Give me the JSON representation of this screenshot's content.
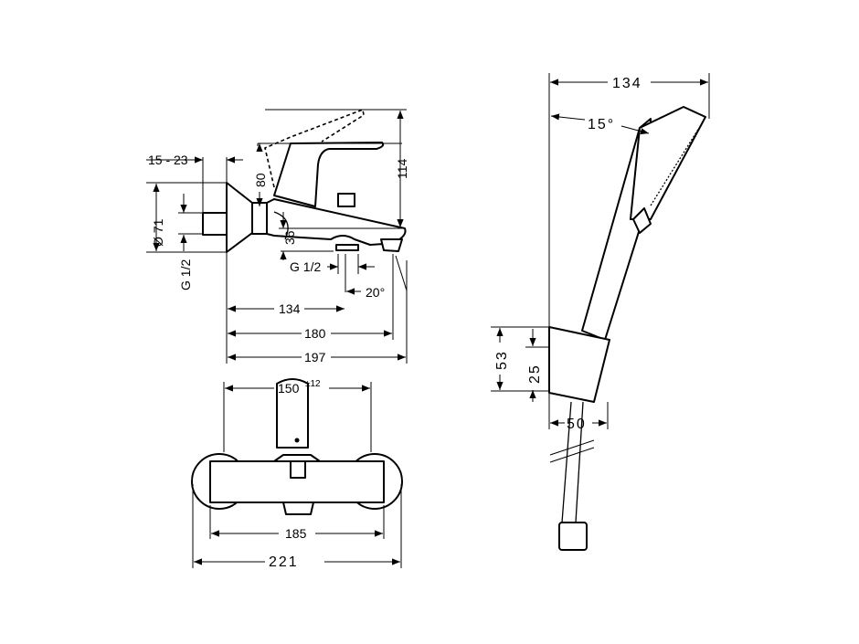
{
  "side_view": {
    "wall_thickness": "15 - 23",
    "lever_height": "80",
    "total_height": "114",
    "rosette_diameter": "Ø 71",
    "inlet_thread": "G 1/2",
    "spout_height": "36",
    "outlet_thread": "G 1/2",
    "spout_angle": "20°",
    "len_134": "134",
    "len_180": "180",
    "len_197": "197"
  },
  "front_view": {
    "center_distance": "150",
    "center_tolerance": "±12",
    "body_width": "185",
    "total_width": "221"
  },
  "shower_set": {
    "width": "134",
    "angle": "15°",
    "holder_height": "53",
    "holder_offset": "25",
    "holder_depth": "50"
  }
}
